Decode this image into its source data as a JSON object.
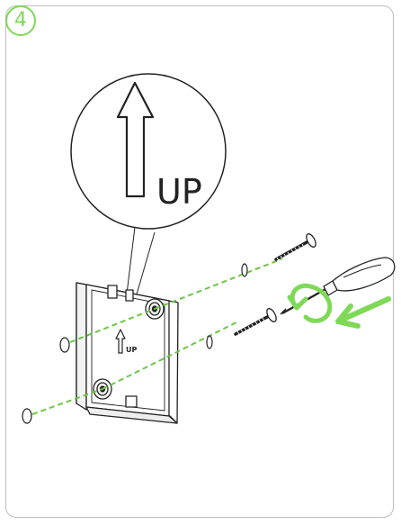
{
  "step": {
    "number": "4"
  },
  "callout": {
    "label": "UP"
  },
  "plate": {
    "label": "UP"
  },
  "colors": {
    "accent": "#7ed957",
    "guide": "#6cc644",
    "line": "#222222",
    "frame": "#bdbdbd"
  },
  "icons": [
    "up-arrow-icon",
    "screwdriver-icon",
    "rotate-arrow-icon",
    "push-arrow-icon"
  ]
}
